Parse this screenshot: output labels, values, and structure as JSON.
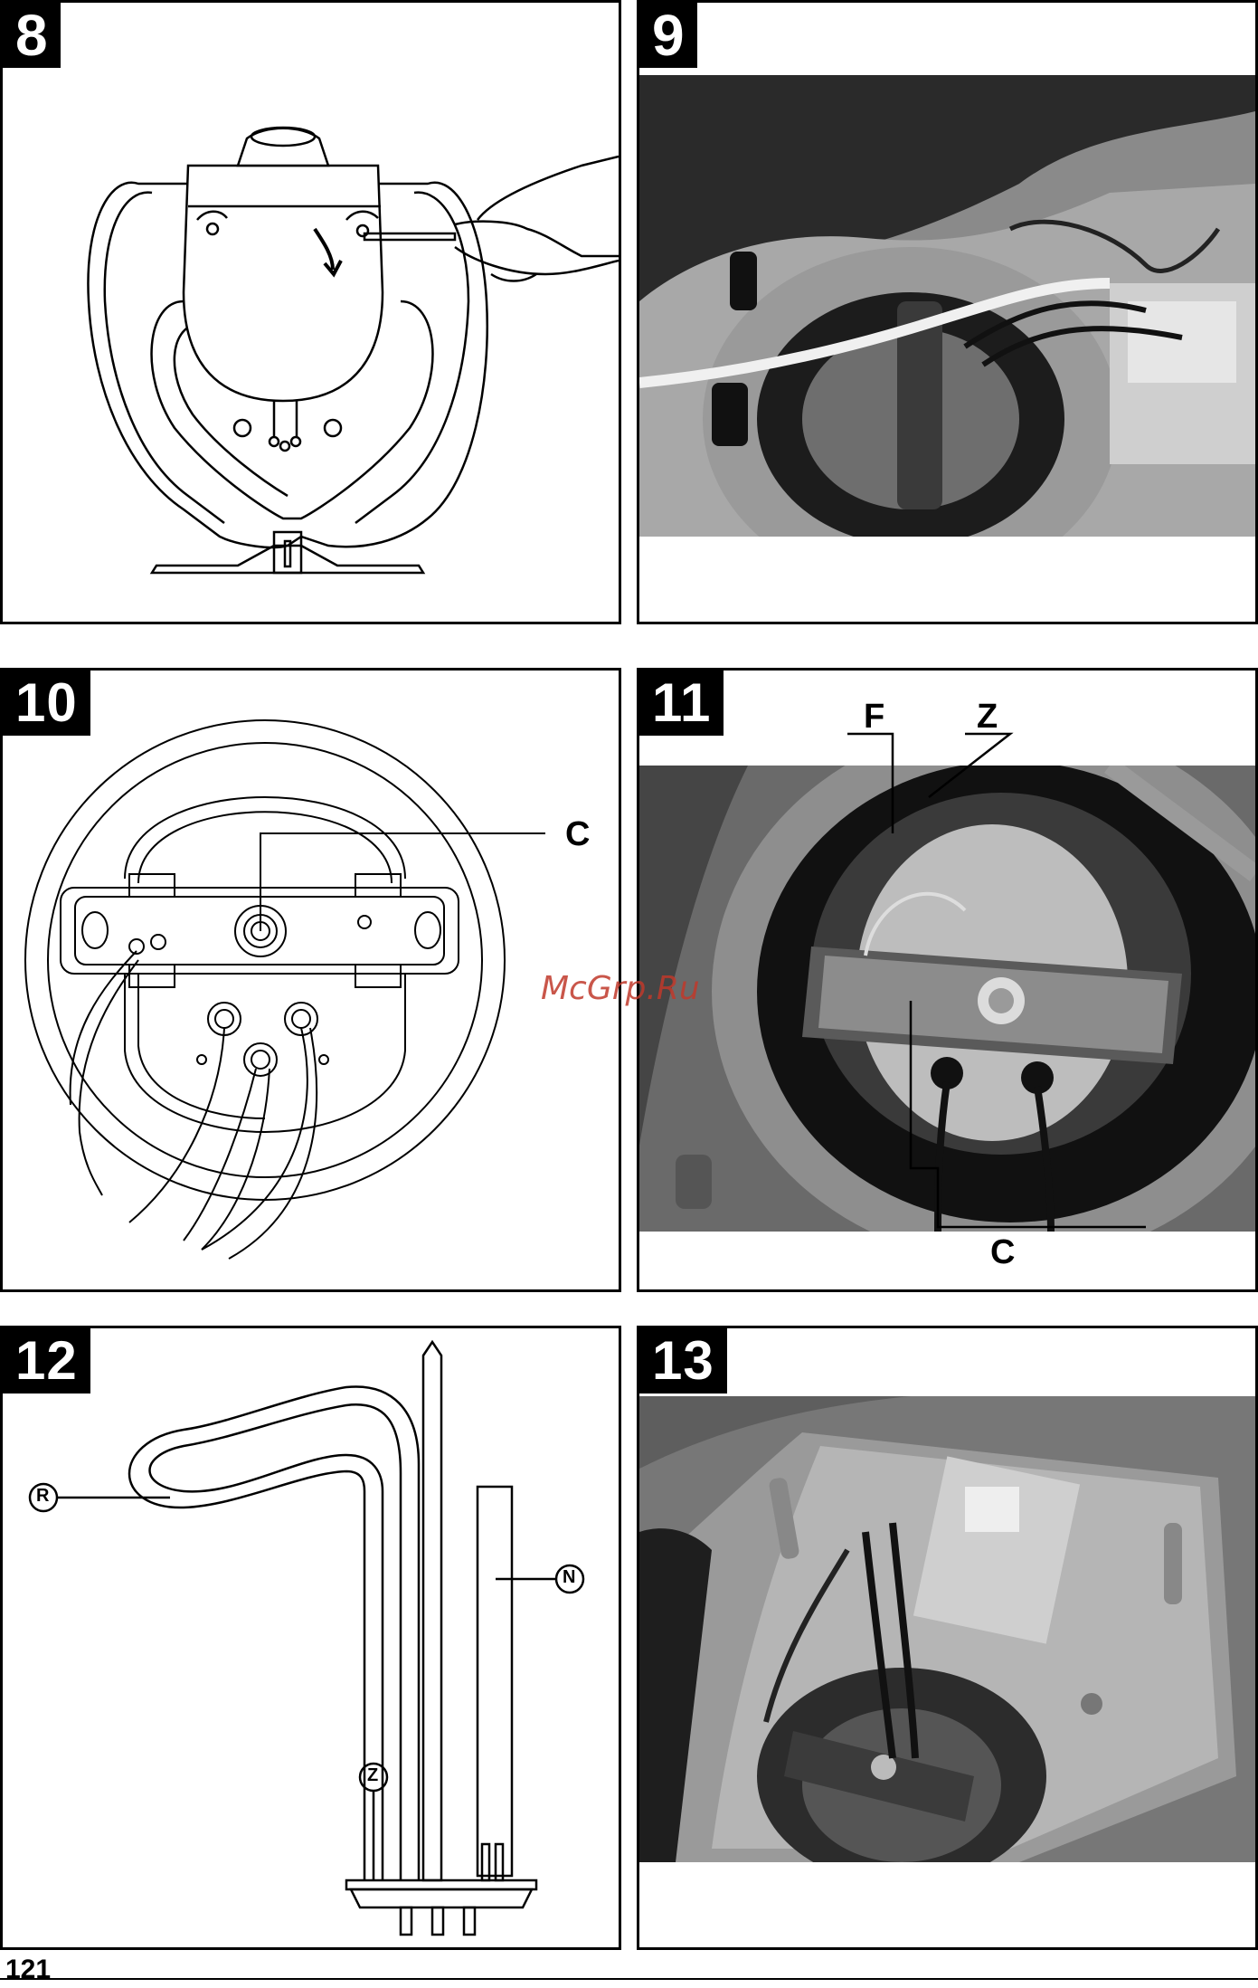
{
  "figures": [
    {
      "number": "8"
    },
    {
      "number": "9"
    },
    {
      "number": "10",
      "callouts": [
        "C"
      ]
    },
    {
      "number": "11",
      "callouts": [
        "F",
        "Z",
        "C"
      ]
    },
    {
      "number": "12",
      "callouts": [
        "R",
        "N",
        "Z"
      ]
    },
    {
      "number": "13"
    }
  ],
  "watermark": "McGrp.Ru",
  "page_number": "121"
}
